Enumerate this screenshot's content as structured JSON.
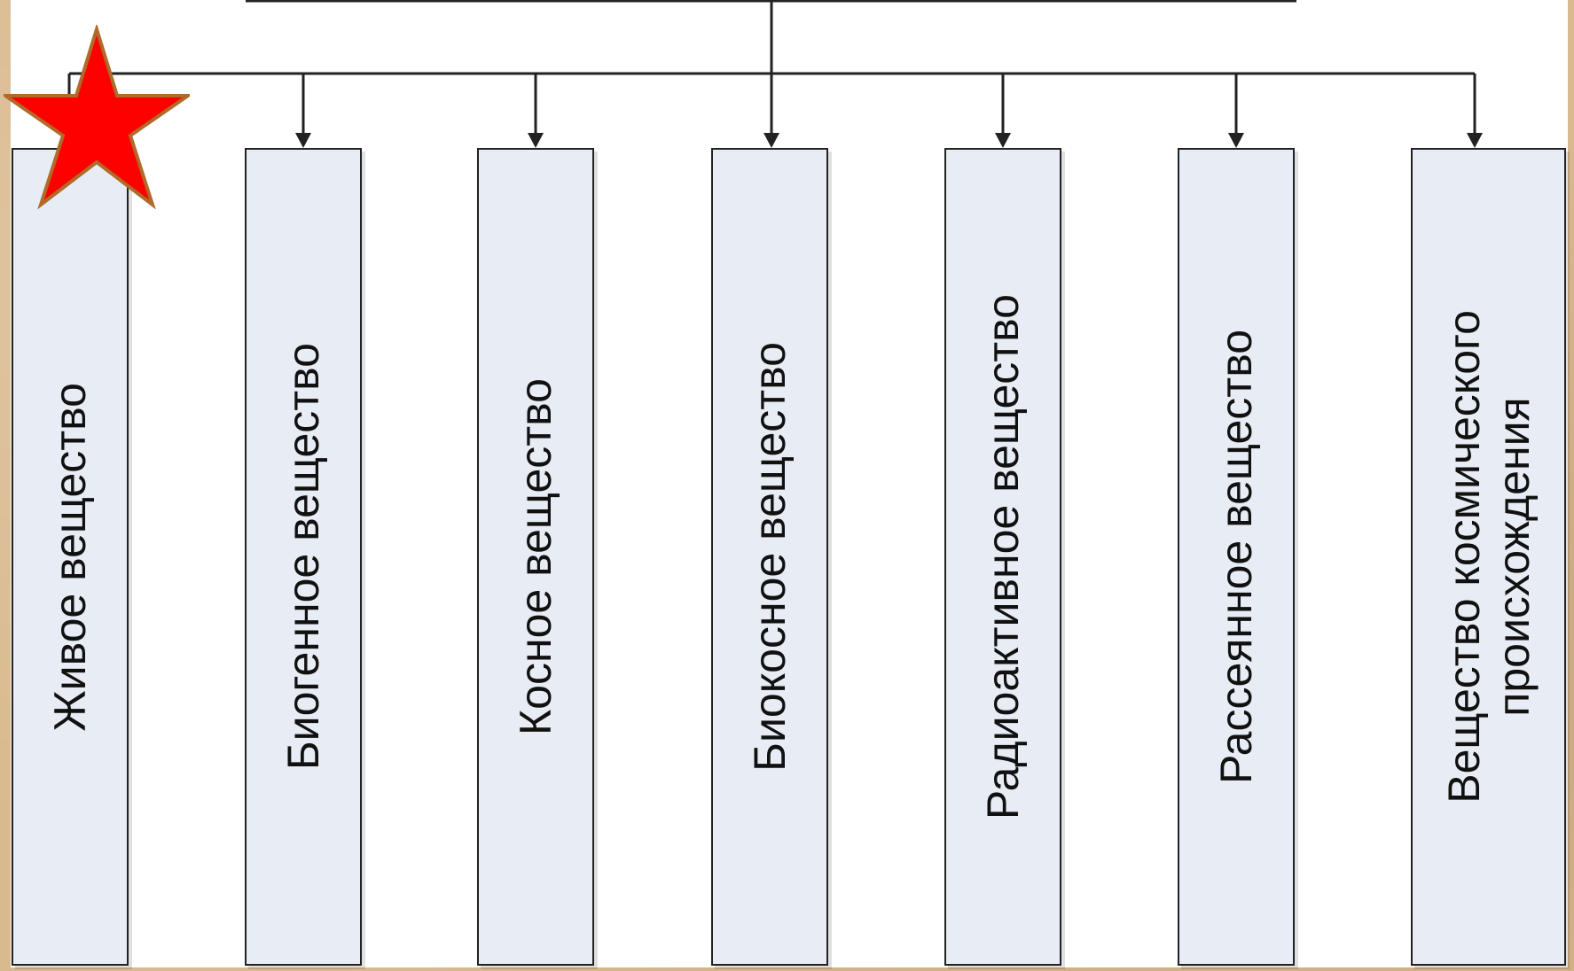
{
  "diagram": {
    "categories": [
      {
        "id": "living",
        "label": "Живое вещество"
      },
      {
        "id": "biogenic",
        "label": "Биогенное вещество"
      },
      {
        "id": "inert",
        "label": "Косное вещество"
      },
      {
        "id": "bioinert",
        "label": "Биокосное вещество"
      },
      {
        "id": "radioactive",
        "label": "Радиоактивное вещество"
      },
      {
        "id": "dispersed",
        "label": "Рассеянное вещество"
      },
      {
        "id": "cosmic",
        "label": "Вещество космического\nпроисхождения"
      }
    ],
    "marker": {
      "shape": "star",
      "fill": "#ff0000",
      "stroke": "#b06a2a",
      "target": "living"
    },
    "colors": {
      "box_fill": "#e8ecf4",
      "line": "#222222",
      "background": "#ffffff"
    }
  }
}
